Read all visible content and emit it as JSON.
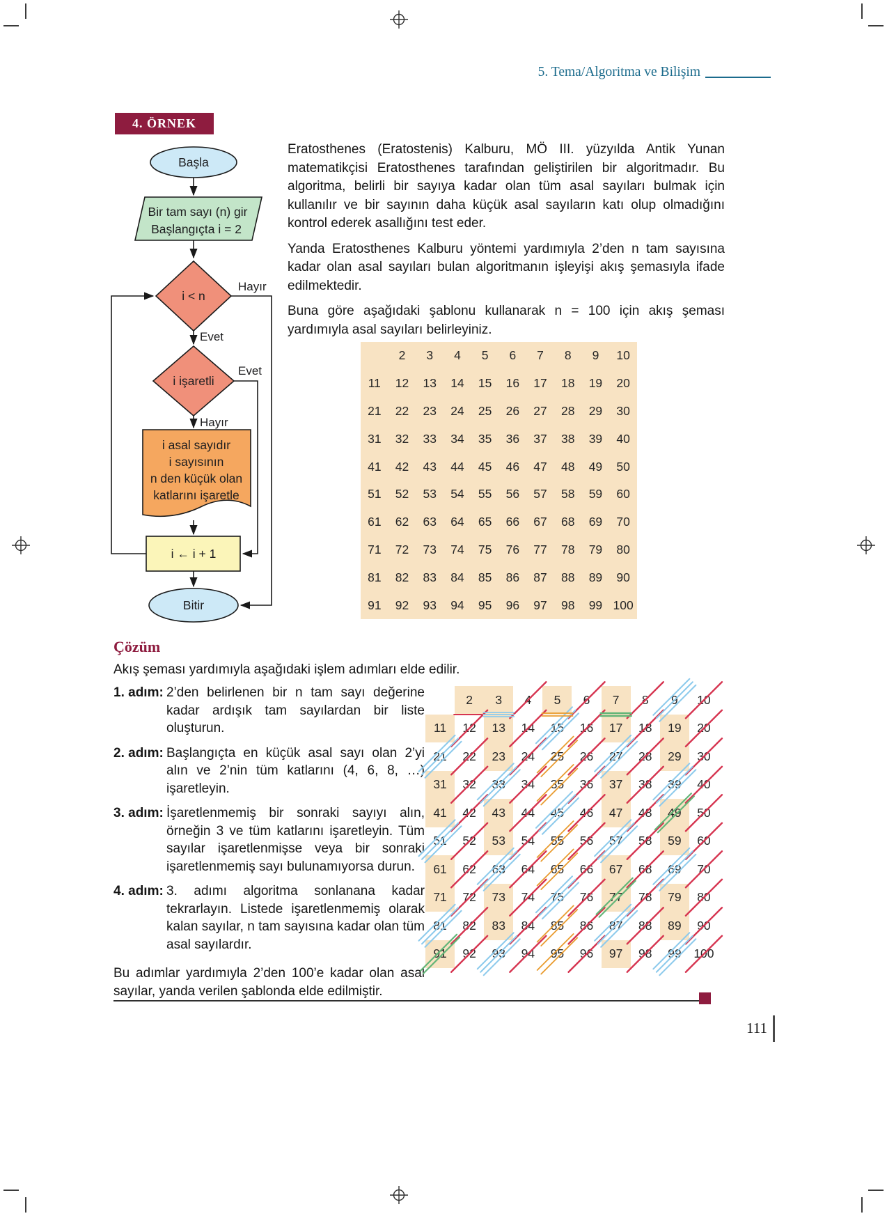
{
  "page": {
    "header": "5. Tema/Algoritma ve Bilişim",
    "page_number": "111"
  },
  "example": {
    "badge": "4. ÖRNEK"
  },
  "intro": {
    "p1": "Eratosthenes (Eratostenis) Kalburu, MÖ III. yüzyılda Antik Yunan matematikçisi Eratosthenes tarafından geliştirilen bir algoritmadır. Bu algoritma, belirli bir sayıya kadar olan tüm asal sayıları bulmak için kullanılır ve bir sayının daha küçük asal sayıların katı olup olmadığını kontrol ederek asallığını test eder.",
    "p2": "Yanda Eratosthenes Kalburu yöntemi yardımıyla 2’den n tam sayısına kadar olan asal sayıları bulan algoritmanın işleyişi akış şemasıyla ifade edilmektedir.",
    "p3": "Buna göre aşağıdaki şablonu kullanarak n = 100 için akış şeması yardımıyla asal sayıları belirleyiniz."
  },
  "flowchart": {
    "start": "Başla",
    "input_line1": "Bir tam sayı (n) gir",
    "input_line2": "Başlangıçta i = 2",
    "decision1": "i < n",
    "decision2": "i işaretli",
    "label_yes": "Evet",
    "label_no": "Hayır",
    "doc_lines": [
      "i asal sayıdır",
      "i sayısının",
      "n den küçük olan",
      "katlarını işaretle"
    ],
    "assign": "i ← i + 1",
    "end": "Bitir"
  },
  "solution": {
    "title": "Çözüm",
    "lead": "Akış şeması yardımıyla aşağıdaki işlem adımları elde edilir.",
    "steps": [
      {
        "label": "1. adım:",
        "text": "2’den belirlenen bir n tam sayı değerine kadar ardışık tam sayılardan bir liste oluşturun."
      },
      {
        "label": "2. adım:",
        "text": "Başlangıçta en küçük asal sayı olan 2’yi alın ve 2’nin tüm katlarını (4, 6, 8, …) işaretleyin."
      },
      {
        "label": "3. adım:",
        "text": "İşaretlenmemiş bir sonraki sayıyı alın, örneğin 3 ve tüm katlarını işaretleyin. Tüm sayılar işaretlenmişse veya bir sonraki işaretlenmemiş sayı bulunamıyorsa durun."
      },
      {
        "label": "4. adım:",
        "text": "3. adımı algoritma sonlanana kadar tekrarlayın. Listede işaretlenmemiş olarak kalan sayılar, n tam sayısına kadar olan tüm asal sayılardır."
      }
    ],
    "closing": "Bu adımlar yardımıyla 2’den 100’e kadar olan asal sayılar, yanda verilen şablonda elde edilmiştir."
  },
  "number_grid": {
    "rows": [
      [
        "",
        2,
        3,
        4,
        5,
        6,
        7,
        8,
        9,
        10
      ],
      [
        11,
        12,
        13,
        14,
        15,
        16,
        17,
        18,
        19,
        20
      ],
      [
        21,
        22,
        23,
        24,
        25,
        26,
        27,
        28,
        29,
        30
      ],
      [
        31,
        32,
        33,
        34,
        35,
        36,
        37,
        38,
        39,
        40
      ],
      [
        41,
        42,
        43,
        44,
        45,
        46,
        47,
        48,
        49,
        50
      ],
      [
        51,
        52,
        53,
        54,
        55,
        56,
        57,
        58,
        59,
        60
      ],
      [
        61,
        62,
        63,
        64,
        65,
        66,
        67,
        68,
        69,
        70
      ],
      [
        71,
        72,
        73,
        74,
        75,
        76,
        77,
        78,
        79,
        80
      ],
      [
        81,
        82,
        83,
        84,
        85,
        86,
        87,
        88,
        89,
        90
      ],
      [
        91,
        92,
        93,
        94,
        95,
        96,
        97,
        98,
        99,
        100
      ]
    ]
  },
  "marked_grid": {
    "primes": [
      2,
      3,
      5,
      7,
      11,
      13,
      17,
      19,
      23,
      29,
      31,
      37,
      41,
      43,
      47,
      53,
      59,
      61,
      67,
      71,
      73,
      79,
      83,
      89,
      97
    ],
    "multiples_of_7_highlighted": [
      49,
      77,
      91
    ],
    "marks": {
      "red_multiples_of_2": [
        4,
        6,
        8,
        10,
        12,
        14,
        16,
        18,
        20,
        22,
        24,
        26,
        28,
        30,
        32,
        34,
        36,
        38,
        40,
        42,
        44,
        46,
        48,
        50,
        52,
        54,
        56,
        58,
        60,
        62,
        64,
        66,
        68,
        70,
        72,
        74,
        76,
        78,
        80,
        82,
        84,
        86,
        88,
        90,
        92,
        94,
        96,
        98,
        100
      ],
      "blue_multiples_of_3": [
        9,
        15,
        21,
        27,
        33,
        39,
        45,
        51,
        57,
        63,
        69,
        75,
        81,
        87,
        93,
        99
      ],
      "orange_multiples_of_5": [
        25,
        35,
        55,
        65,
        85,
        95
      ],
      "green_multiples_of_7": [
        49,
        77,
        91
      ]
    },
    "legend_underlines": {
      "2": "red",
      "3": "blue",
      "5": "orange",
      "7": "green"
    }
  },
  "colors": {
    "header_teal": "#1b6b8c",
    "badge_maroon": "#8e1c3f",
    "ellipse_blue": "#cde9f7",
    "parallelogram_green": "#c3e5c9",
    "diamond_salmon": "#f0907a",
    "document_orange": "#f5a75f",
    "rect_yellow": "#fbf5b9",
    "grid_peach": "#f8e3c3",
    "mark_red": "#d63450",
    "mark_blue": "#8ccaec",
    "mark_orange": "#e99b2e",
    "mark_green": "#63b578"
  }
}
